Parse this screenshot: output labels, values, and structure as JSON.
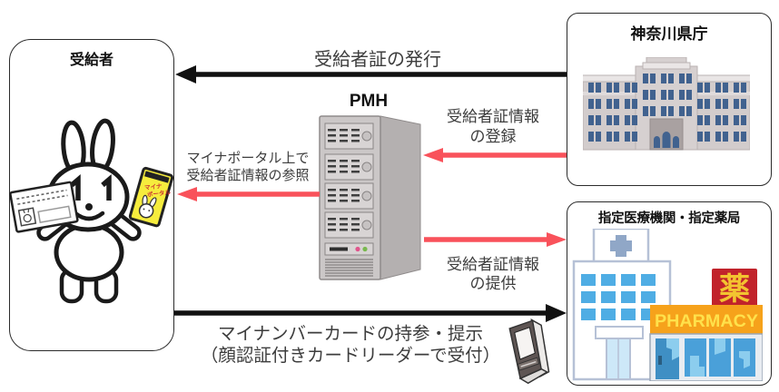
{
  "boxes": {
    "recipient": {
      "title": "受給者"
    },
    "prefecture": {
      "title": "神奈川県庁"
    },
    "medical": {
      "title": "指定医療機関・指定薬局"
    }
  },
  "pmh": {
    "label": "PMH"
  },
  "arrows": {
    "issuance": {
      "label": "受給者証の発行",
      "from": "神奈川県庁",
      "to": "受給者"
    },
    "registration": {
      "lines": [
        "受給者証情報",
        "の登録"
      ],
      "from": "神奈川県庁",
      "to": "PMH"
    },
    "reference": {
      "lines": [
        "マイナポータル上で",
        "受給者証情報の参照"
      ],
      "from": "PMH",
      "to": "受給者"
    },
    "provision": {
      "lines": [
        "受給者証情報",
        "の提供"
      ],
      "from": "PMH",
      "to": "指定医療機関・指定薬局"
    },
    "bring_card": {
      "lines": [
        "マイナンバーカードの持参・提示",
        "（顔認証付きカードリーダーで受付）"
      ],
      "from": "受給者",
      "to": "指定医療機関・指定薬局"
    }
  },
  "pharmacy": {
    "sign_text": "PHARMACY",
    "kanji": "薬"
  },
  "rabbit": {
    "phone_label": [
      "マイナ",
      "ポータル"
    ]
  },
  "colors": {
    "arrow_black": "#111111",
    "arrow_red": "#f9525b",
    "pharmacy_sign_bg": "#c1232b",
    "pharmacy_band_bg": "#f6a21b",
    "pharmacy_text": "#ffe14b",
    "kanji_text": "#f3c430",
    "hospital_window_blue": "#4fade4",
    "gov_window_blue": "#41628f"
  }
}
